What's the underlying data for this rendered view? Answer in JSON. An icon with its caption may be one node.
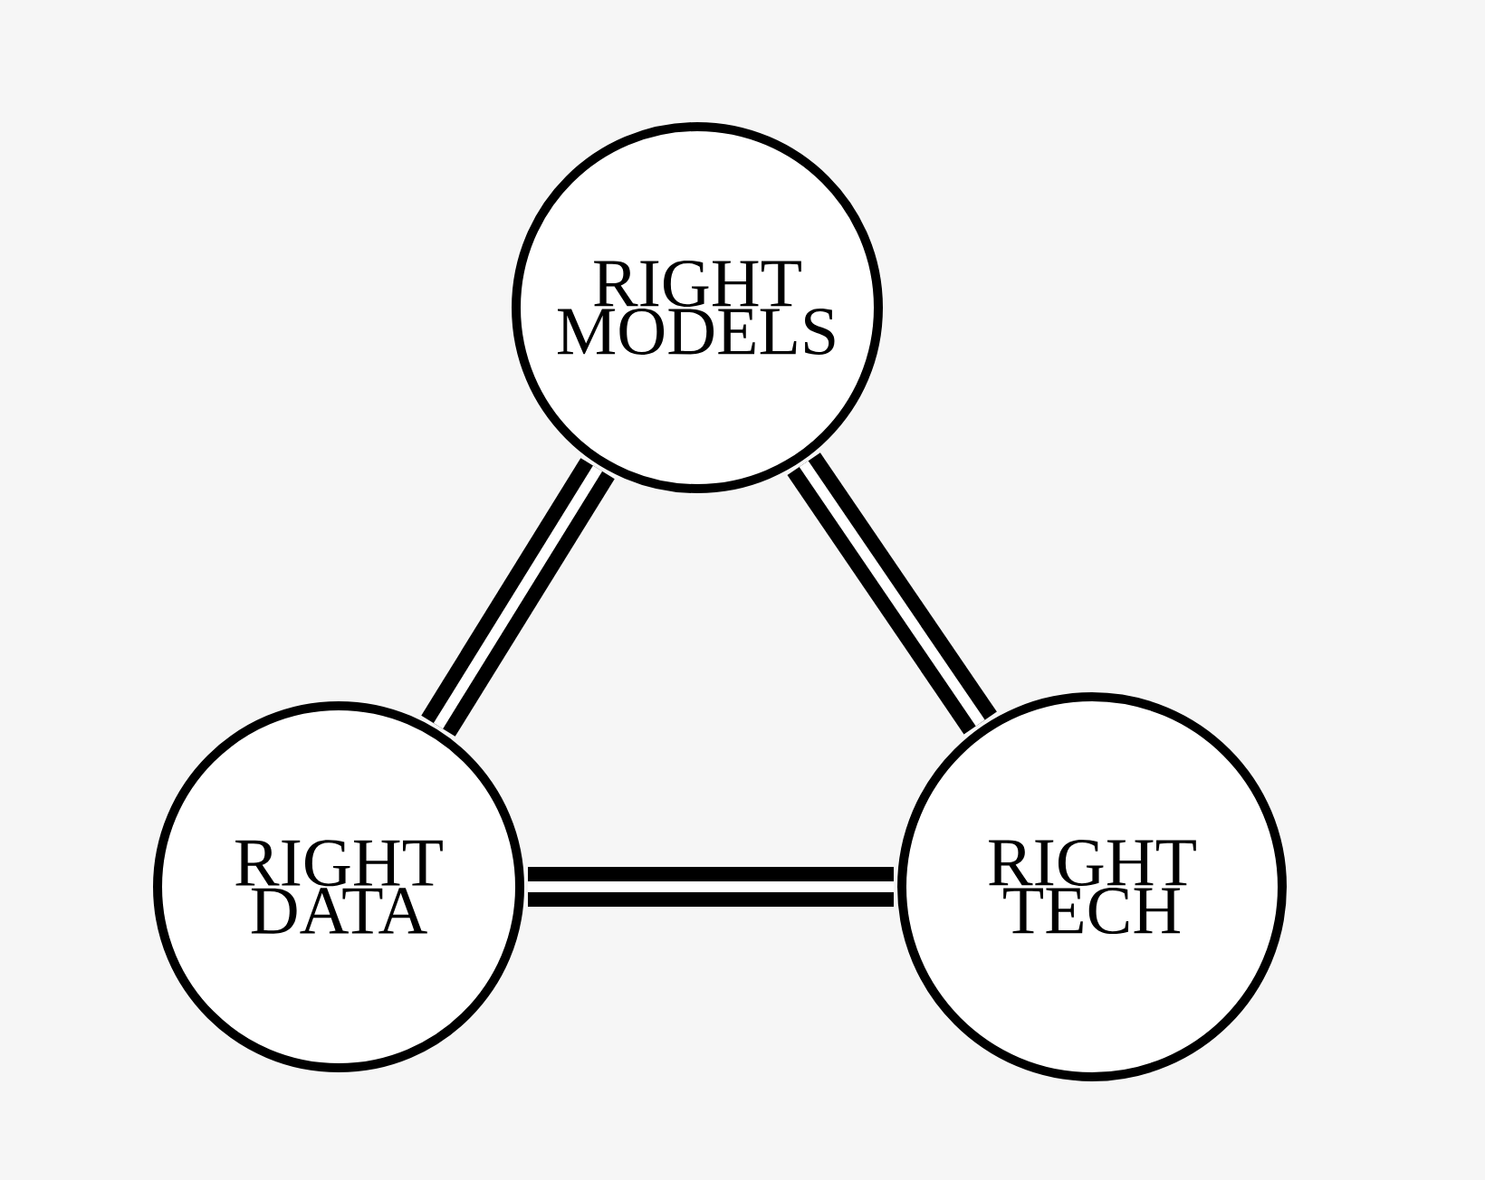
{
  "diagram": {
    "nodes": [
      {
        "text": [
          "RIGHT MODELS"
        ]
      },
      {
        "text": [
          "RIGHT DATA"
        ]
      },
      {
        "text": [
          "RIGHT TECH"
        ]
      }
    ],
    "edges": [
      {
        "from": 0,
        "to": 1,
        "arrow": "none"
      },
      {
        "from": 0,
        "to": 2,
        "arrow": "none"
      },
      {
        "from": 1,
        "to": 2,
        "arrow": "none"
      }
    ]
  }
}
